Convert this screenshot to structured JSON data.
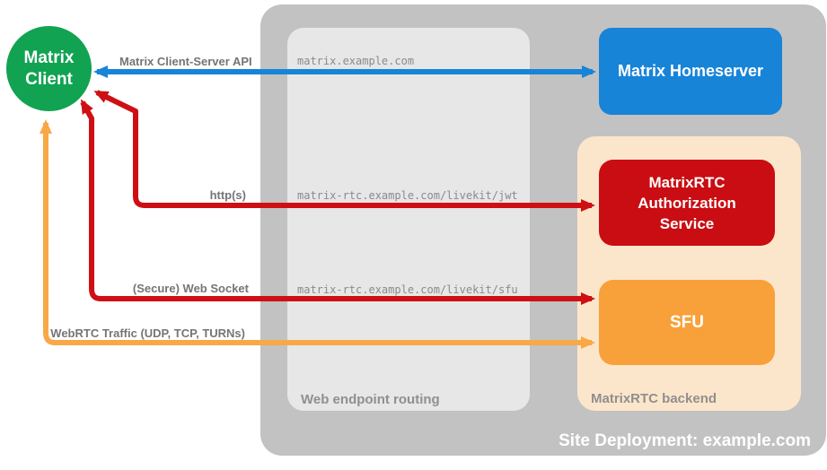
{
  "canvas": {
    "background": "#FFFFFF"
  },
  "client": {
    "lines": [
      "Matrix",
      "Client"
    ],
    "color": "#11A352",
    "text_color": "#FFFFFF"
  },
  "site_container": {
    "label": "Site Deployment: example.com",
    "color": "#C2C2C2",
    "label_color": "#FFFFFF"
  },
  "routing_zone": {
    "label": "Web endpoint routing",
    "color": "#E7E7E7",
    "label_color": "#8F8F8F",
    "endpoints": [
      "matrix.example.com",
      "matrix-rtc.example.com/livekit/jwt",
      "matrix-rtc.example.com/livekit/sfu"
    ]
  },
  "backend_zone": {
    "label": "MatrixRTC backend",
    "color": "#FCE6CB",
    "label_color": "#8F8F8F"
  },
  "nodes": {
    "homeserver": {
      "label": "Matrix Homeserver",
      "color": "#1784D8"
    },
    "auth_service": {
      "lines": [
        "MatrixRTC",
        "Authorization",
        "Service"
      ],
      "color": "#C90D12"
    },
    "sfu": {
      "label": "SFU",
      "color": "#F8A13A"
    }
  },
  "edges": {
    "client_server_api": {
      "label": "Matrix Client-Server API",
      "color": "#1784D8",
      "style": "double-headed"
    },
    "https": {
      "label": "http(s)",
      "color": "#CE1014"
    },
    "web_socket": {
      "label": "(Secure) Web Socket",
      "color": "#CE1014"
    },
    "webrtc": {
      "label": "WebRTC Traffic (UDP, TCP, TURNs)",
      "color": "#F9A847"
    }
  },
  "label_color": "#757575"
}
